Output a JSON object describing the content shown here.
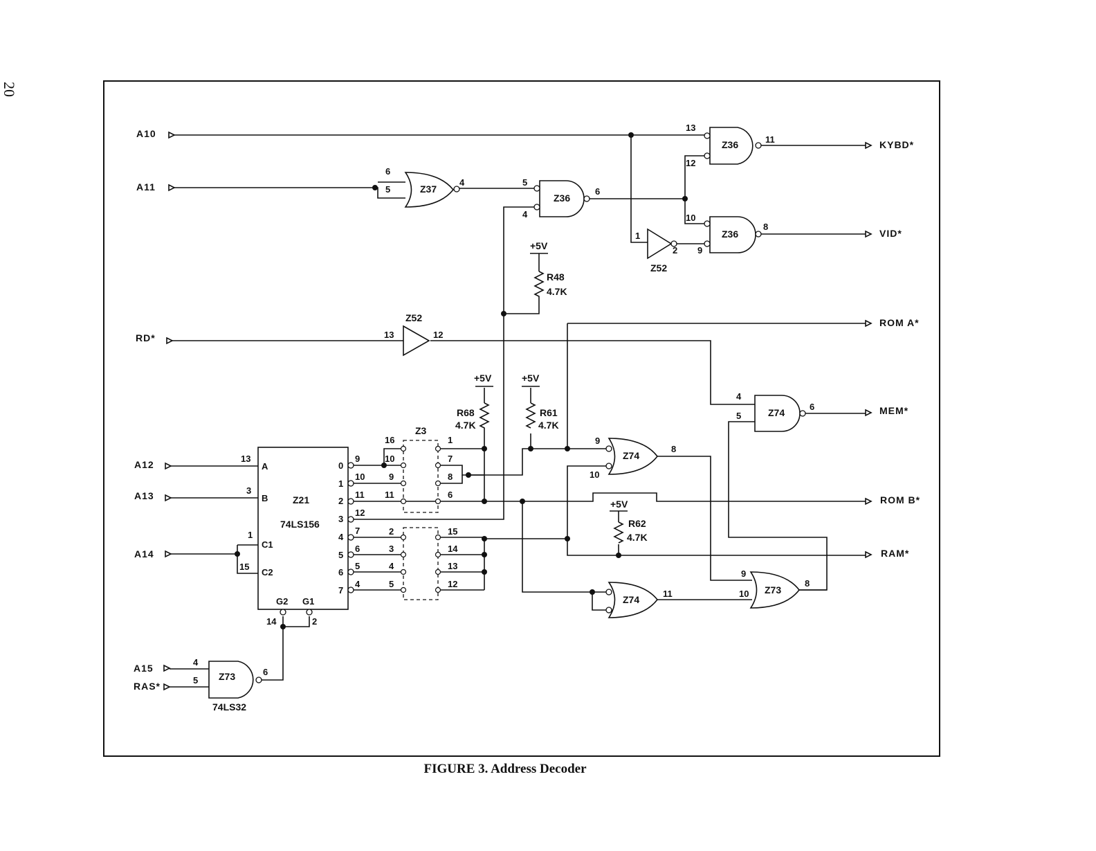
{
  "page_number": "20",
  "caption": "FIGURE 3. Address Decoder",
  "inputs": {
    "a10": "A10",
    "a11": "A11",
    "rd": "RD*",
    "a12": "A12",
    "a13": "A13",
    "a14": "A14",
    "a15": "A15",
    "ras": "RAS*"
  },
  "outputs": {
    "kybd": "KYBD*",
    "vid": "VID*",
    "rom_a": "ROM A*",
    "mem": "MEM*",
    "rom_b": "ROM B*",
    "ram": "RAM*"
  },
  "components": {
    "z36": "Z36",
    "z37": "Z37",
    "z52": "Z52",
    "z74": "Z74",
    "z73": "Z73",
    "z21": "Z21",
    "z21_type": "74LS156",
    "z73_type": "74LS32",
    "z3": "Z3",
    "r48": "R48",
    "r61": "R61",
    "r62": "R62",
    "r68": "R68",
    "res_value": "4.7K",
    "vcc": "+5V"
  },
  "z21_pins": {
    "a": "A",
    "b": "B",
    "c1": "C1",
    "c2": "C2",
    "g2": "G2",
    "g1": "G1",
    "outputs": [
      "0",
      "1",
      "2",
      "3",
      "4",
      "5",
      "6",
      "7"
    ]
  },
  "pin_numbers": {
    "p1": "1",
    "p2": "2",
    "p3": "3",
    "p4": "4",
    "p5": "5",
    "p6": "6",
    "p7": "7",
    "p8": "8",
    "p9": "9",
    "p10": "10",
    "p11": "11",
    "p12": "12",
    "p13": "13",
    "p14": "14",
    "p15": "15",
    "p16": "16"
  }
}
